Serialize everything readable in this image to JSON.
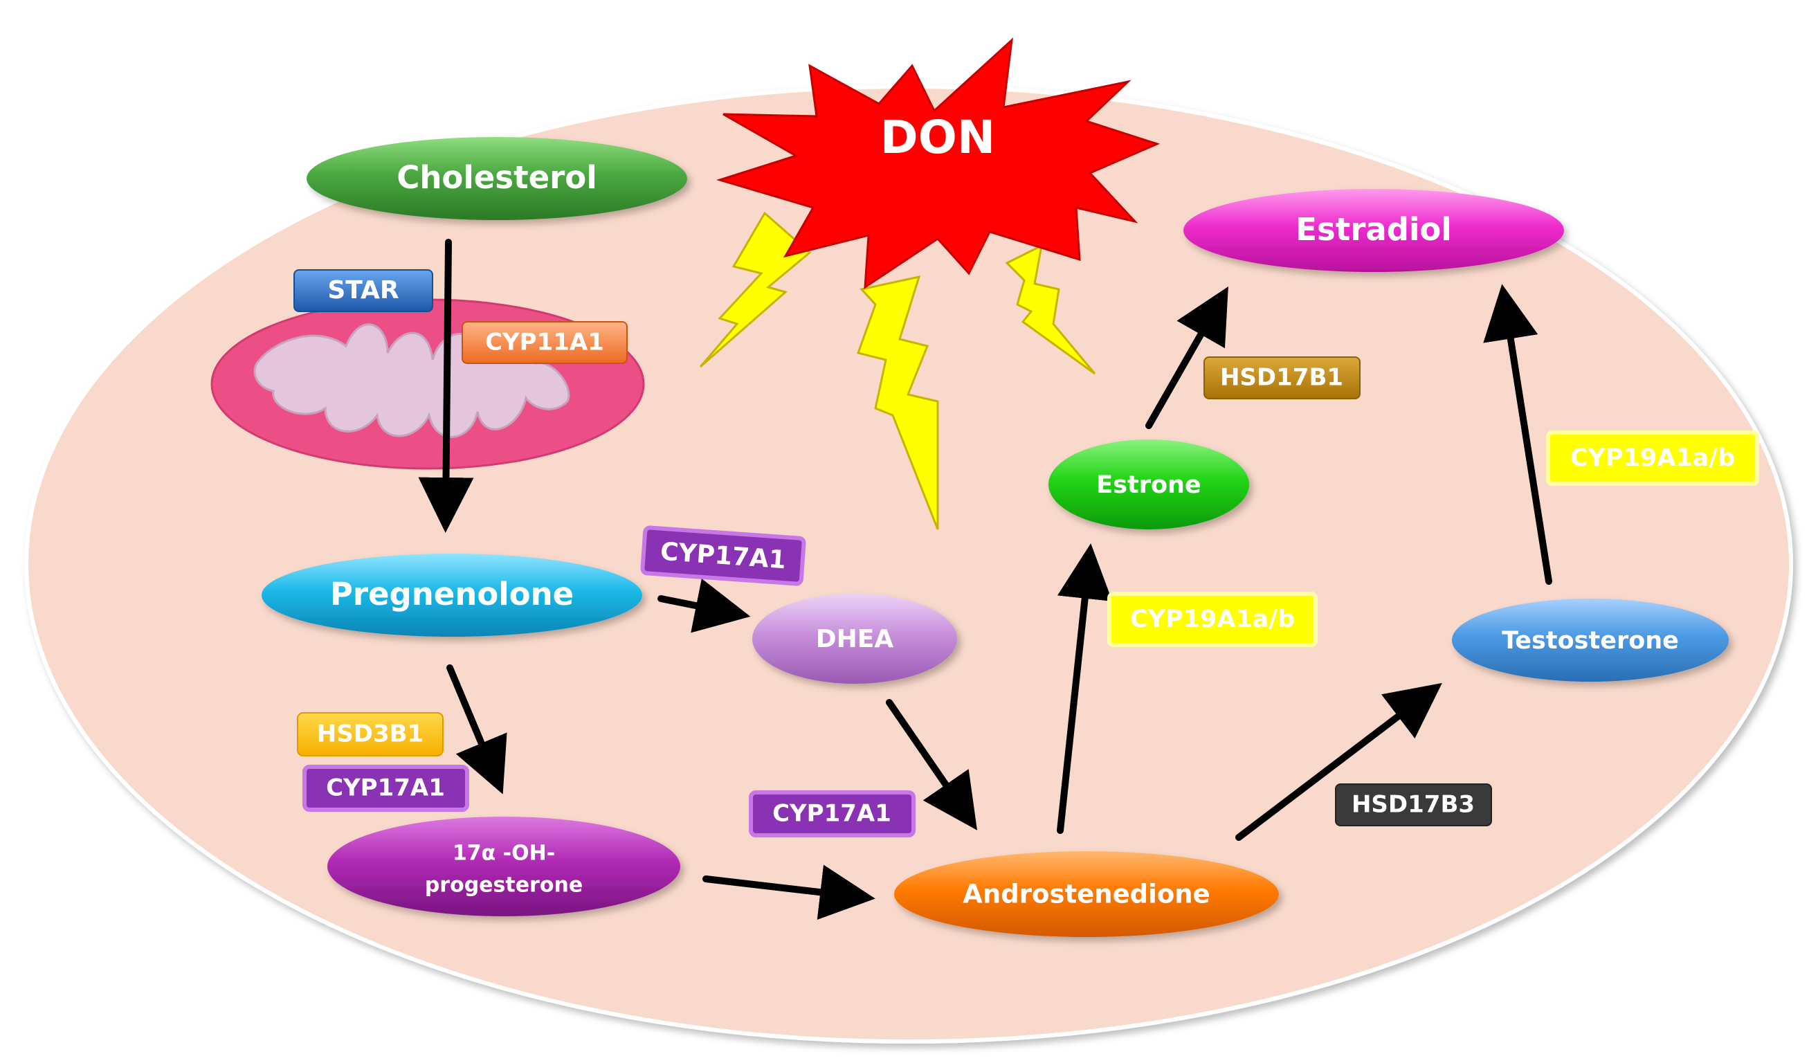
{
  "trigger": {
    "label": "DON"
  },
  "molecules": {
    "cholesterol": "Cholesterol",
    "pregnenolone": "Pregnenolone",
    "dhea": "DHEA",
    "ohprog_line1": "17α -OH-",
    "ohprog_line2": "progesterone",
    "androstenedione": "Androstenedione",
    "estrone": "Estrone",
    "estradiol": "Estradiol",
    "testosterone": "Testosterone"
  },
  "enzymes": {
    "star": "STAR",
    "cyp11a1": "CYP11A1",
    "cyp17a1_dhea": "CYP17A1",
    "hsd3b1": "HSD3B1",
    "cyp17a1_ohprog": "CYP17A1",
    "cyp17a1_andro": "CYP17A1",
    "hsd17b1": "HSD17B1",
    "cyp19a1_estrone": "CYP19A1a/b",
    "cyp19a1_estradiol": "CYP19A1a/b",
    "hsd17b3": "HSD17B3"
  },
  "colors": {
    "cell": "#f9d9cb",
    "mitochondrion_outer": "#ec4f86",
    "mitochondrion_inner": "#e3c6dc",
    "burst": "#ff0000",
    "bolt": "#ffff00",
    "cholesterol": "#4aa840",
    "pregnenolone": "#1cb8e8",
    "dhea": "#c890dc",
    "ohprog": "#b02ab4",
    "androstenedione": "#ff7a00",
    "estrone": "#22d416",
    "estradiol": "#ee2ccd",
    "testosterone": "#4c9ae4",
    "star": "#2e74c8",
    "cyp11a1": "#f78740",
    "cyp17a1": "#8a32b4",
    "hsd3b1": "#ffc300",
    "hsd17b1": "#bf8a10",
    "cyp19a1": "#ffff00",
    "hsd17b3": "#3a3a3a"
  }
}
